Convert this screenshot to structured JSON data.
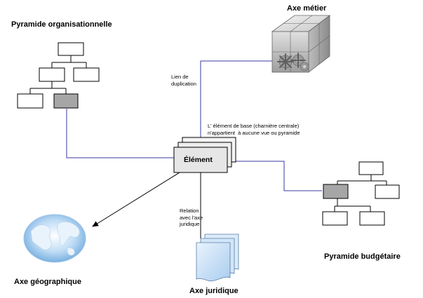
{
  "labels": {
    "org_pyramid_title": "Pyramide organisationnelle",
    "business_axis_title": "Axe métier",
    "duplication_link": "Lien de\nduplication",
    "base_element_note": "L' élément de base (charnière centrale)\nn'appartient  à aucune vue ou pyramide",
    "element_label": "Élément",
    "legal_relation": "Relation\navec l'axe\njuridique",
    "budget_pyramid_title": "Pyramide budgétaire",
    "geo_axis_title": "Axe géographique",
    "legal_axis_title": "Axe juridique"
  },
  "colors": {
    "connector": "#3a3aa0",
    "highlight_box": "#a6a6a6",
    "element_fill": "#e6e6e6",
    "globe_blue": "#8fc1ec",
    "doc_blue": "#cfe4f7",
    "cube_gray": "#c8c8c8"
  },
  "icons": [
    "cube-gears-icon",
    "globe-icon",
    "documents-stack-icon"
  ]
}
